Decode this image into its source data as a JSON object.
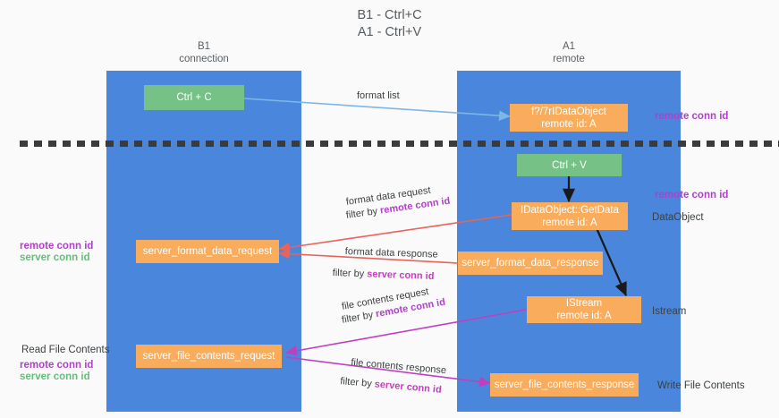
{
  "title": "B1 - Ctrl+C\nA1 - Ctrl+V",
  "columns": {
    "left": {
      "name": "B1",
      "role": "connection",
      "label": "B1\nconnection"
    },
    "right": {
      "name": "A1",
      "role": "remote",
      "label": "A1\nremote"
    }
  },
  "nodes": {
    "ctrl_c": {
      "label": "Ctrl + C"
    },
    "idataobject": {
      "label": "f?/7rIDataObject\nremote id: A"
    },
    "ctrl_v": {
      "label": "Ctrl + V"
    },
    "idataobject_getdata": {
      "label": "IDataObject::GetData\nremote id: A"
    },
    "server_format_data_request": {
      "label": "server_format_data_request"
    },
    "server_format_data_response": {
      "label": "server_format_data_response"
    },
    "istream": {
      "label": "IStream\nremote id: A"
    },
    "server_file_contents_request": {
      "label": "server_file_contents_request"
    },
    "server_file_contents_response": {
      "label": "server_file_contents_response"
    }
  },
  "edge_labels": {
    "format_list": "format list",
    "format_data_request": "format data request",
    "format_data_request_filter_prefix": "filter by ",
    "format_data_request_filter_key": "remote conn id",
    "format_data_response": "format data response",
    "format_data_response_filter_prefix": "filter by ",
    "format_data_response_filter_key": "server conn id",
    "file_contents_request": "file contents request",
    "file_contents_request_filter_prefix": "filter by ",
    "file_contents_request_filter_key": "remote conn id",
    "file_contents_response": "file contents response",
    "file_contents_response_filter_prefix": "filter by ",
    "file_contents_response_filter_key": "server conn id"
  },
  "annotations": {
    "right_top_remote_conn_id": "remote conn id",
    "right_mid_remote_conn_id": "remote conn id",
    "right_dataobject": "DataObject",
    "right_istream": "Istream",
    "right_write_file_contents": "Write File Contents",
    "left_mid_remote_conn_id": "remote conn id",
    "left_mid_server_conn_id": "server conn id",
    "left_read_file_contents": "Read File Contents",
    "left_bottom_remote_conn_id": "remote conn id",
    "left_bottom_server_conn_id": "server conn id"
  },
  "colors": {
    "lane_blue": "#4a86db",
    "node_green": "#76c185",
    "node_orange": "#f9ac5b",
    "remote_conn_id_purple": "#b23fcc",
    "server_conn_id_green": "#65bd7b",
    "server_conn_id_magenta": "#c23fbe",
    "arrow_format_list_blue": "#7db7e8",
    "arrow_format_data_red": "#e8635a",
    "arrow_file_contents_magenta": "#c03fc0",
    "arrow_black": "#1a1a1a",
    "divider_dark": "#3b3b3b",
    "page_background": "#fafafa"
  }
}
